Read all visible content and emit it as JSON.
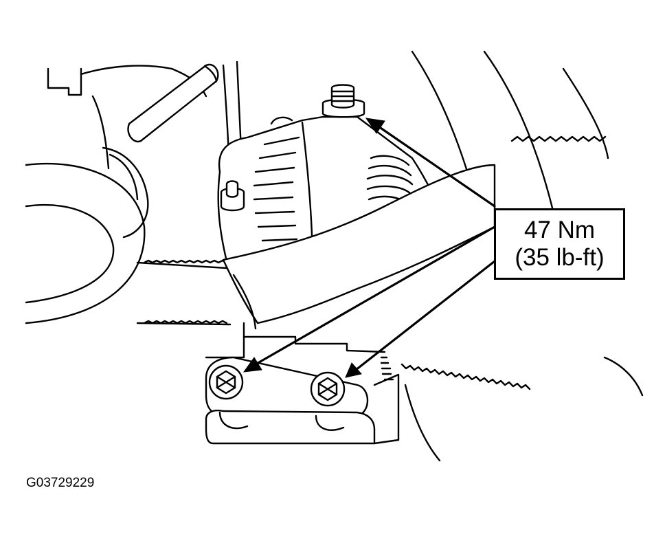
{
  "callout": {
    "torque_metric": "47 Nm",
    "torque_imperial": "(35 lb-ft)"
  },
  "figure_id": "G03729229",
  "colors": {
    "line": "#000000",
    "background": "#ffffff"
  }
}
